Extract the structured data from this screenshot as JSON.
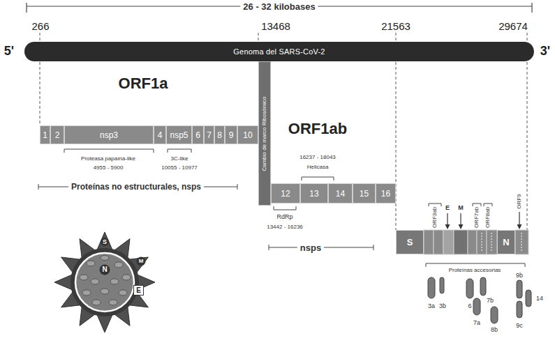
{
  "diagram": {
    "nodes": [
      {
        "text": [
          "Genoma del SARS-CoV-2"
        ]
      },
      {
        "text": [
          "1"
        ]
      },
      {
        "text": [
          "2"
        ]
      },
      {
        "text": [
          "nsp3"
        ]
      },
      {
        "text": [
          "4"
        ]
      },
      {
        "text": [
          "nsp5"
        ]
      },
      {
        "text": [
          "6"
        ]
      },
      {
        "text": [
          "7"
        ]
      },
      {
        "text": [
          "8"
        ]
      },
      {
        "text": [
          "9"
        ]
      },
      {
        "text": [
          "10"
        ]
      },
      {
        "text": [
          "Cambio de marco Ribosómico"
        ]
      },
      {
        "text": [
          "12"
        ]
      },
      {
        "text": [
          "13"
        ]
      },
      {
        "text": [
          "14"
        ]
      },
      {
        "text": [
          "15"
        ]
      },
      {
        "text": [
          "16"
        ]
      },
      {
        "text": [
          "S"
        ]
      },
      {
        "text": [
          "N"
        ]
      },
      {
        "text": [
          "E"
        ]
      }
    ],
    "labels": [
      "26 - 32 kilobases",
      "266",
      "13468",
      "21563",
      "29674",
      "5'",
      "3'",
      "ORF1a",
      "Proteasa papaína-like",
      "4955 - 5900",
      "3C-like",
      "10055 - 10977",
      "Proteínas no estructurales, nsps",
      "ORF1ab",
      "16237 - 18043",
      "Helicasa",
      "RdRp",
      "13442 - 16236",
      "nsps",
      "ORF3ab",
      "E",
      "M",
      "ORF7ab",
      "ORF8ab",
      "ORF9",
      "Proteínas accesorias",
      "3a",
      "3b",
      "6",
      "7a",
      "7b",
      "8b",
      "9b",
      "9c",
      "14",
      "S",
      "N",
      "M"
    ]
  }
}
